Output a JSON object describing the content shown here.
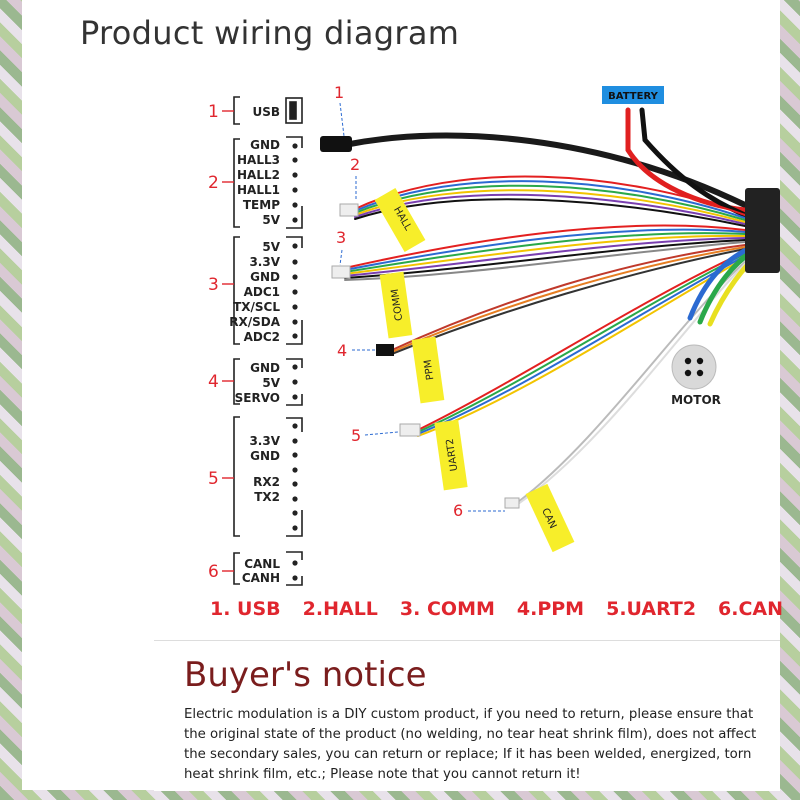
{
  "title": "Product wiring diagram",
  "groups": [
    {
      "num": "1",
      "pins": [
        "USB"
      ]
    },
    {
      "num": "2",
      "pins": [
        "GND",
        "HALL3",
        "HALL2",
        "HALL1",
        "TEMP",
        "5V"
      ]
    },
    {
      "num": "3",
      "pins": [
        "5V",
        "3.3V",
        "GND",
        "ADC1",
        "TX/SCL",
        "RX/SDA",
        "ADC2"
      ]
    },
    {
      "num": "4",
      "pins": [
        "GND",
        "5V",
        "SERVO"
      ]
    },
    {
      "num": "5",
      "pins": [
        "3.3V",
        "GND",
        "RX2",
        "TX2"
      ]
    },
    {
      "num": "6",
      "pins": [
        "CANL",
        "CANH"
      ]
    }
  ],
  "connector_nums": [
    "1",
    "2",
    "3",
    "4",
    "5",
    "6"
  ],
  "tags": [
    "HALL",
    "COMM",
    "PPM",
    "UART2",
    "CAN"
  ],
  "battery_label": "BATTERY",
  "motor_label": "MOTOR",
  "bottom_labels": [
    "1. USB",
    "2.HALL",
    "3. COMM",
    "4.PPM",
    "5.UART2",
    "6.CAN"
  ],
  "notice": {
    "title": "Buyer's notice",
    "body": "Electric modulation is a DIY custom product, if you need to return, please ensure that the original state of the product (no welding, no tear heat shrink film), does not affect the secondary sales, you can return or replace; If it has been welded, energized, torn heat shrink film, etc.; Please note that you cannot return it!"
  },
  "colors": {
    "accent_red": "#e0262e",
    "tag_yellow": "#f7ee2a",
    "battery_blue": "#1f8ee0"
  }
}
